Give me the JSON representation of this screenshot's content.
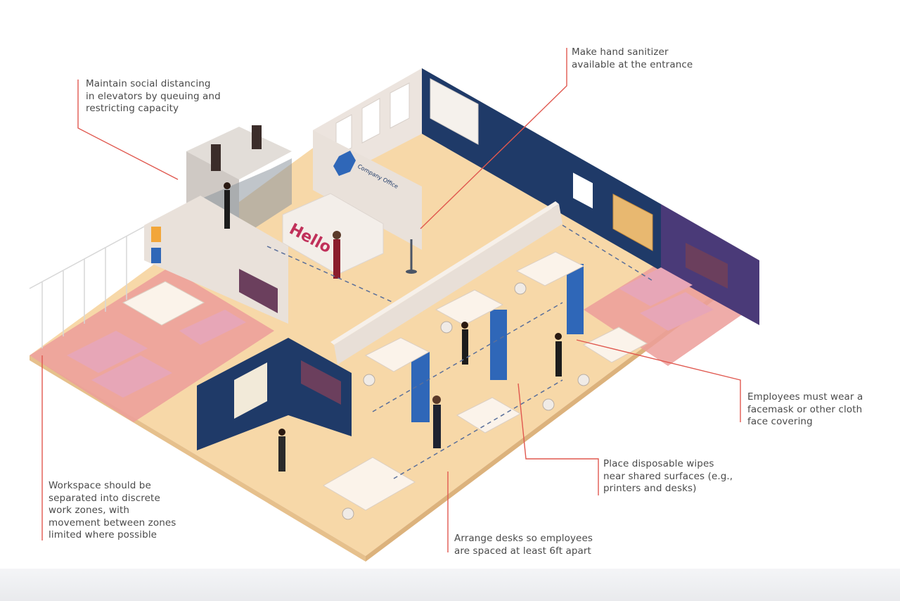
{
  "annotations": {
    "elevators": [
      "Maintain social distancing",
      "in elevators by queuing and",
      "restricting capacity"
    ],
    "sanitizer": [
      "Make hand sanitizer",
      "available at the entrance"
    ],
    "facemask": [
      "Employees must wear a",
      "facemask or other cloth",
      "face covering"
    ],
    "wipes": [
      "Place disposable wipes",
      "near shared surfaces (e.g.,",
      "printers and desks)"
    ],
    "desks": [
      "Arrange desks so employees",
      "are spaced at least 6ft apart"
    ],
    "zones": [
      "Workspace should be",
      "separated into discrete",
      "work zones, with",
      "movement between zones",
      "limited where possible"
    ]
  },
  "scene": {
    "sign_company": "Company Office",
    "sign_hello": "Hello"
  },
  "colors": {
    "floor": "#f7d8a8",
    "navy_wall": "#1f3a68",
    "purple_wall": "#4a3a78",
    "pink_zone": "#e8a9a4",
    "wall_white": "#ece4de",
    "accent_line": "#d9534f",
    "blue_column": "#2f67b8"
  },
  "icons": [
    "hand-sanitizer-stand-icon",
    "shield-check-icon",
    "elevator-icon",
    "desk-chair-icon",
    "person-icon",
    "sofa-icon"
  ]
}
